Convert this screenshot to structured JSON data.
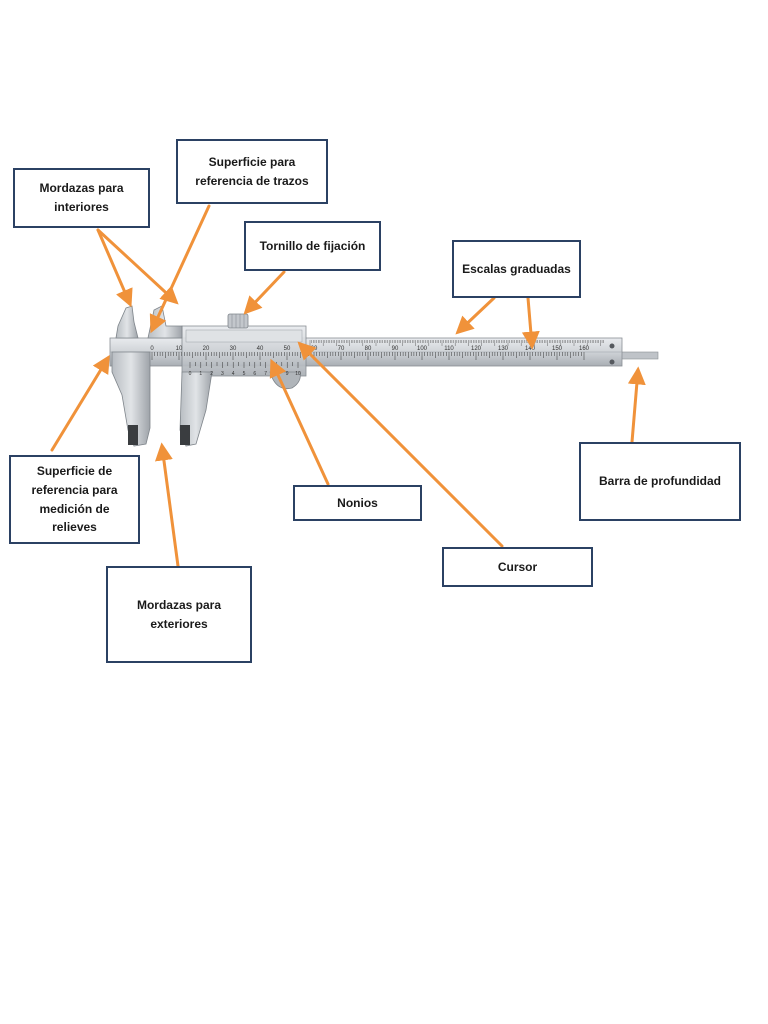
{
  "labels": {
    "mordazas_interiores": [
      "Mordazas para",
      "interiores"
    ],
    "superficie_trazos": [
      "Superficie para",
      "referencia de trazos"
    ],
    "tornillo": [
      "Tornillo de fijación"
    ],
    "escalas": [
      "Escalas graduadas"
    ],
    "superficie_relieves": [
      "Superficie de",
      "referencia para",
      "medición de",
      "relieves"
    ],
    "nonios": [
      "Nonios"
    ],
    "barra": [
      "Barra de profundidad"
    ],
    "cursor": [
      "Cursor"
    ],
    "mordazas_exteriores": [
      "Mordazas para",
      "exteriores"
    ]
  },
  "caliper": {
    "main_scale_numbers": [
      "0",
      "10",
      "20",
      "30",
      "40",
      "50",
      "60",
      "70",
      "80",
      "90",
      "100",
      "110",
      "120",
      "130",
      "140",
      "150",
      "160"
    ],
    "vernier_numbers": [
      "0",
      "1",
      "2",
      "3",
      "4",
      "5",
      "6",
      "7",
      "8",
      "9",
      "10"
    ]
  },
  "colors": {
    "arrow": "#f0923a",
    "box_border": "#2b4163",
    "steel": "#c9ccd0"
  }
}
